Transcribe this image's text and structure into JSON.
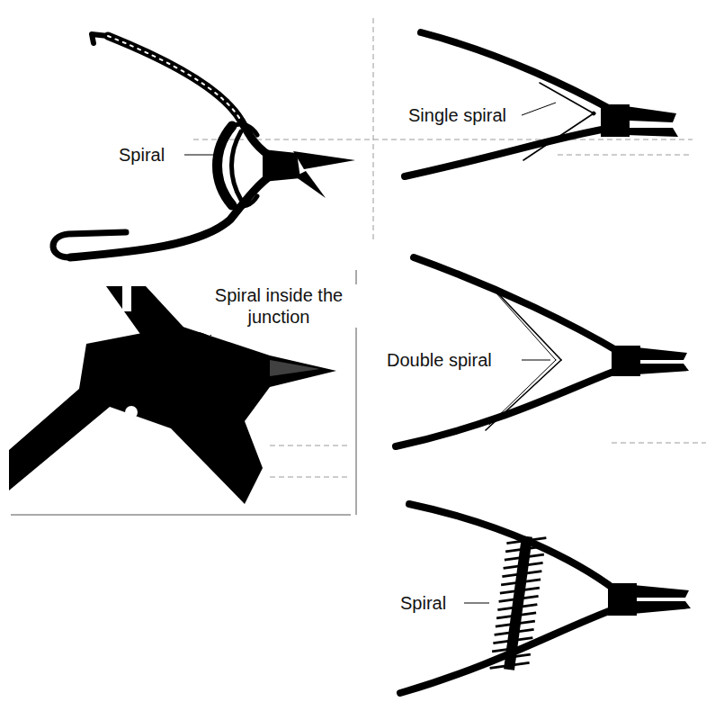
{
  "diagram": {
    "labels": [
      "Spiral",
      "Single spiral",
      "Spiral inside the junction",
      "Double spiral",
      "Spiral"
    ]
  }
}
